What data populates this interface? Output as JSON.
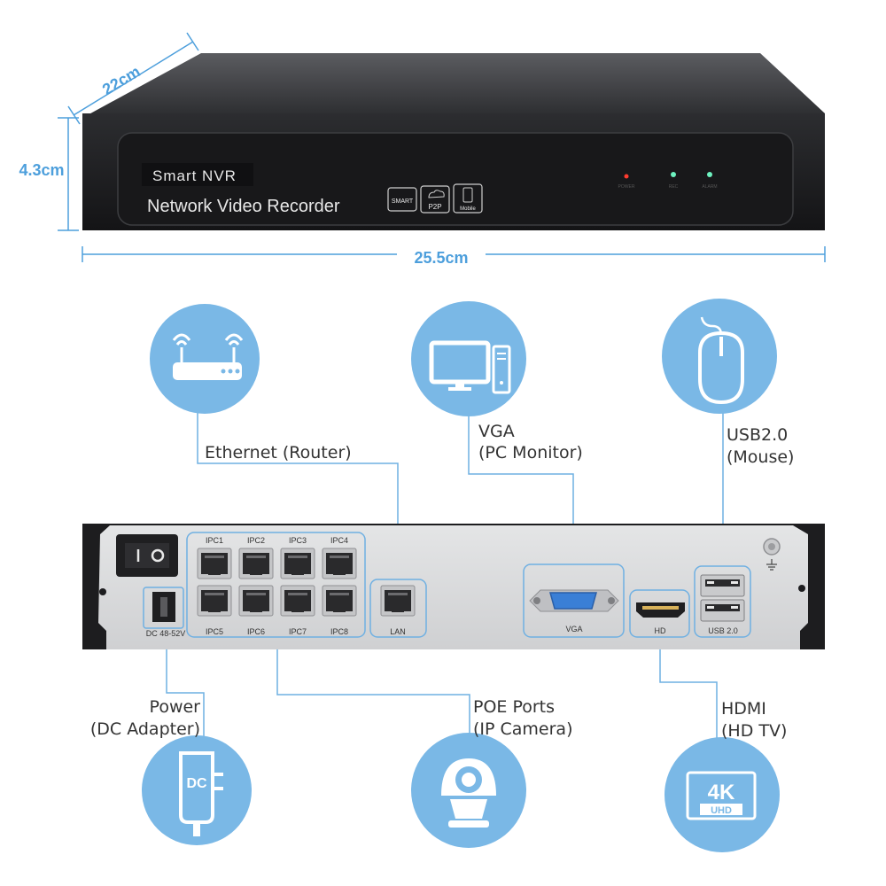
{
  "dimensions": {
    "depth": "22cm",
    "height": "4.3cm",
    "width": "25.5cm"
  },
  "front_panel": {
    "brand": "Smart NVR",
    "model": "Network Video Recorder",
    "badges": [
      "SMART",
      "P2P",
      "Mobile"
    ],
    "leds": [
      "POWER",
      "REC",
      "ALARM"
    ]
  },
  "rear_panel": {
    "ports_top": [
      "IPC1",
      "IPC2",
      "IPC3",
      "IPC4"
    ],
    "ports_bottom": [
      "IPC5",
      "IPC6",
      "IPC7",
      "IPC8"
    ],
    "lan": "LAN",
    "vga": "VGA",
    "hd": "HD",
    "usb": "USB 2.0",
    "power": "DC 48-52V"
  },
  "callouts": {
    "ethernet": {
      "line1": "Ethernet (Router)"
    },
    "vga": {
      "line1": "VGA",
      "line2": "(PC Monitor)"
    },
    "usb": {
      "line1": "USB2.0",
      "line2": "(Mouse)"
    },
    "power": {
      "line1": "Power",
      "line2": "(DC Adapter)"
    },
    "poe": {
      "line1": "POE Ports",
      "line2": "(IP Camera)"
    },
    "hdmi": {
      "line1": "HDMI",
      "line2": "(HD TV)"
    }
  },
  "icons": {
    "dc_label": "DC",
    "uhd_top": "4K",
    "uhd_bottom": "UHD"
  },
  "colors": {
    "accent": "#4d9fdc",
    "bubble": "#7ab8e6",
    "device": "#1f1f21",
    "panel": "#d9dadb"
  }
}
